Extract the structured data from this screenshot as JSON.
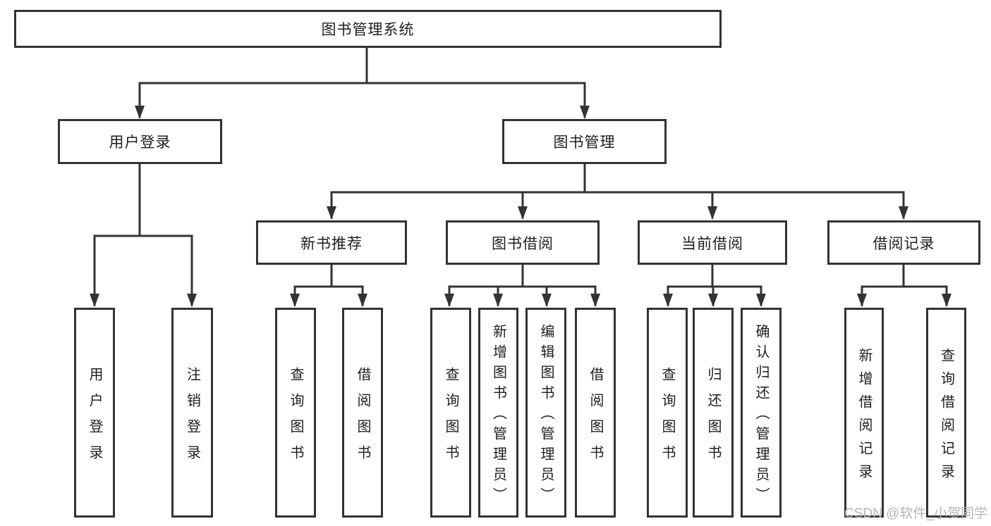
{
  "colors": {
    "line": "#333333",
    "box_border": "#333333",
    "box_fill": "#ffffff",
    "text": "#1e1e1e",
    "watermark": "#b2b2b2",
    "background": "#ffffff"
  },
  "watermark": {
    "text": "CSDN @软件_小贺同学"
  },
  "tree": {
    "label": "图书管理系统",
    "children": [
      {
        "label": "用户登录",
        "children": [
          {
            "label": "用户登录"
          },
          {
            "label": "注销登录"
          }
        ]
      },
      {
        "label": "图书管理",
        "children": [
          {
            "label": "新书推荐",
            "children": [
              {
                "label": "查询图书"
              },
              {
                "label": "借阅图书"
              }
            ]
          },
          {
            "label": "图书借阅",
            "children": [
              {
                "label": "查询图书"
              },
              {
                "label": "新增图书（管理员）"
              },
              {
                "label": "编辑图书（管理员）"
              },
              {
                "label": "借阅图书"
              }
            ]
          },
          {
            "label": "当前借阅",
            "children": [
              {
                "label": "查询图书"
              },
              {
                "label": "归还图书"
              },
              {
                "label": "确认归还（管理员）"
              }
            ]
          },
          {
            "label": "借阅记录",
            "children": [
              {
                "label": "新增借阅记录"
              },
              {
                "label": "查询借阅记录"
              }
            ]
          }
        ]
      }
    ]
  }
}
